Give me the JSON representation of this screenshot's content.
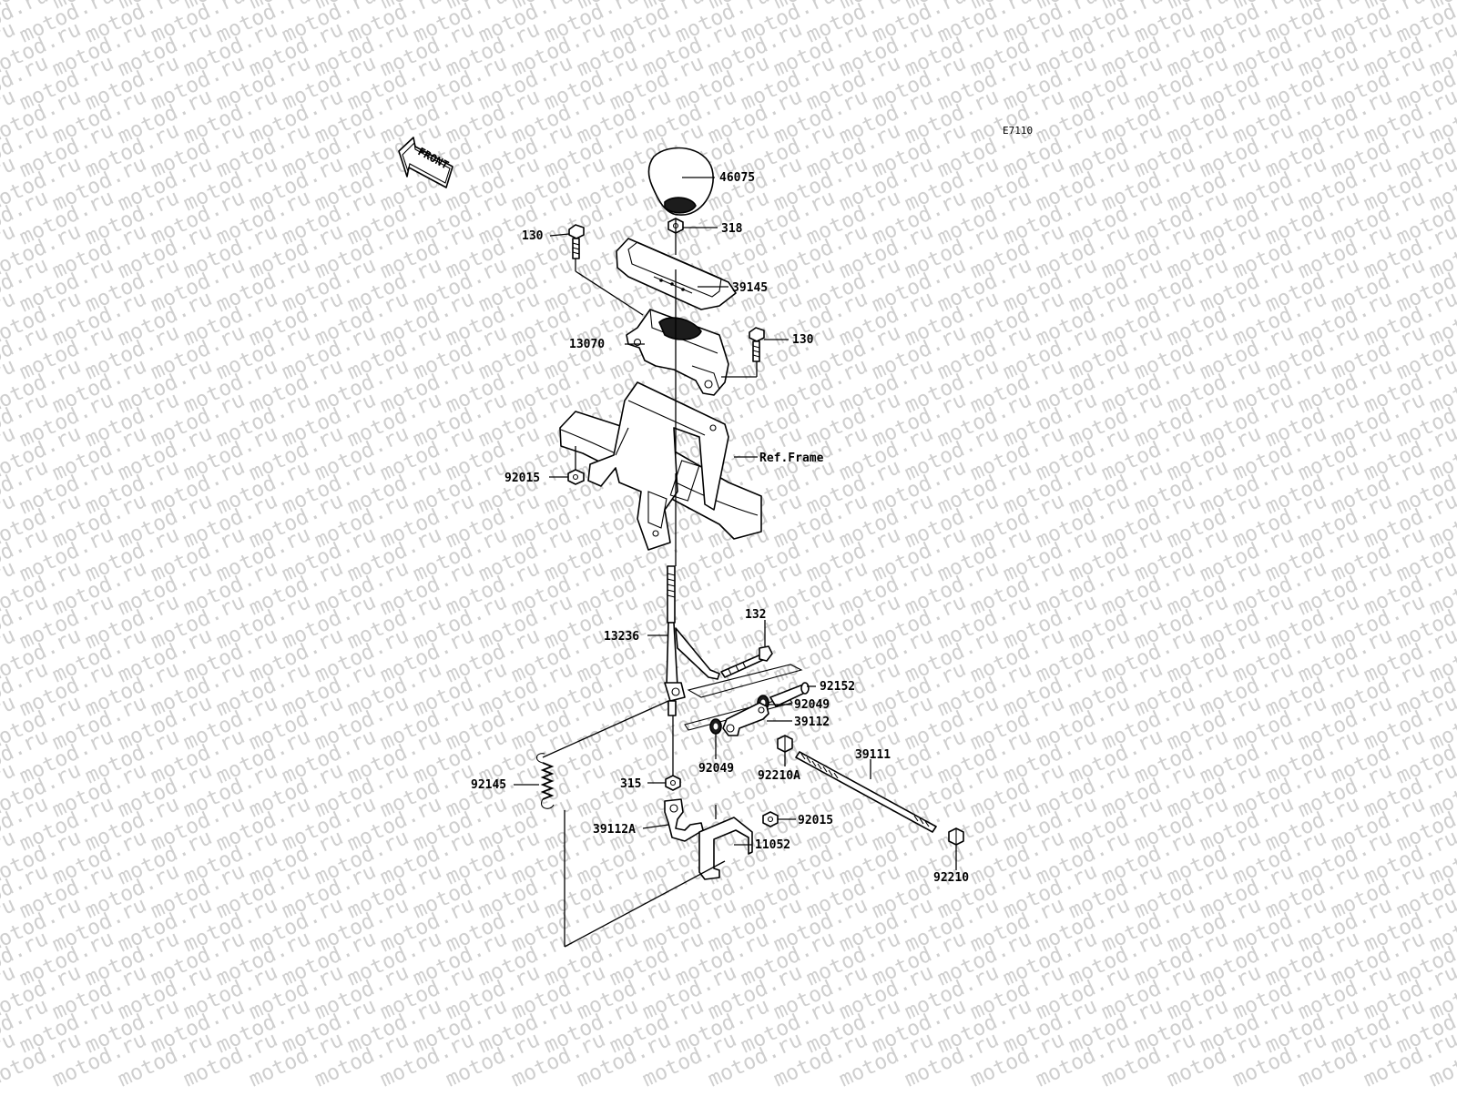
{
  "diagram": {
    "code": "E7110",
    "direction_label": "FRONT",
    "watermark_text": "motod.ru",
    "parts": [
      {
        "id": "46075"
      },
      {
        "id": "318"
      },
      {
        "id": "130"
      },
      {
        "id": "39145"
      },
      {
        "id": "130"
      },
      {
        "id": "13070"
      },
      {
        "id": "Ref.Frame"
      },
      {
        "id": "92015"
      },
      {
        "id": "132"
      },
      {
        "id": "13236"
      },
      {
        "id": "92152"
      },
      {
        "id": "92049"
      },
      {
        "id": "39112"
      },
      {
        "id": "92049"
      },
      {
        "id": "92210A"
      },
      {
        "id": "39111"
      },
      {
        "id": "92145"
      },
      {
        "id": "315"
      },
      {
        "id": "92015"
      },
      {
        "id": "39112A"
      },
      {
        "id": "11052"
      },
      {
        "id": "92210"
      }
    ]
  }
}
